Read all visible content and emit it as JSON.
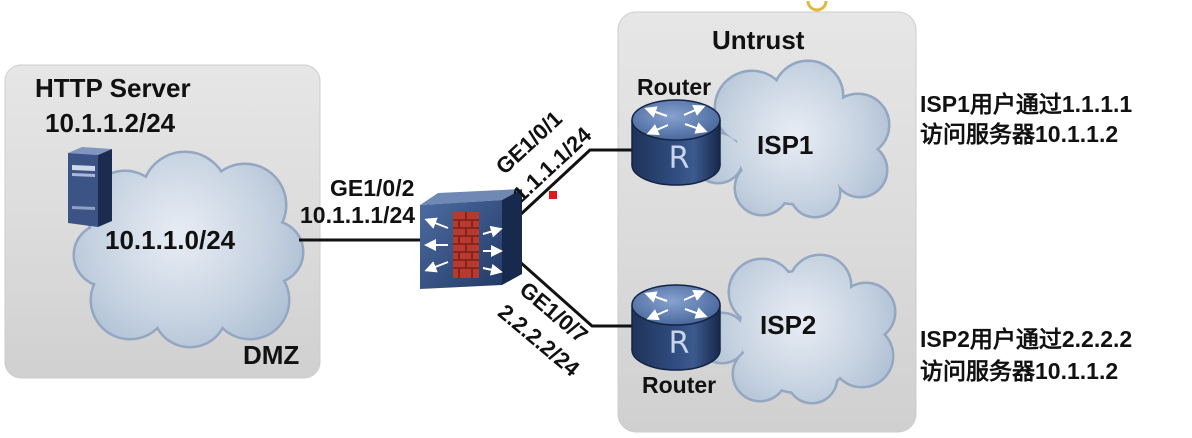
{
  "zones": {
    "dmz": {
      "label": "DMZ"
    },
    "untrust": {
      "label": "Untrust"
    }
  },
  "server": {
    "title": "HTTP Server",
    "ip": "10.1.1.2/24",
    "icon": "server-icon"
  },
  "dmz_network": {
    "label": "10.1.1.0/24"
  },
  "firewall": {
    "icon": "firewall-icon",
    "interfaces": {
      "dmz": {
        "name": "GE1/0/2",
        "ip": "10.1.1.1/24"
      },
      "isp1": {
        "name": "GE1/0/1",
        "ip": "1.1.1.1/24"
      },
      "isp2": {
        "name": "GE1/0/7",
        "ip": "2.2.2.2/24"
      }
    }
  },
  "routers": {
    "isp1": {
      "label": "Router",
      "glyph": "R",
      "icon": "router-icon"
    },
    "isp2": {
      "label": "Router",
      "glyph": "R",
      "icon": "router-icon"
    }
  },
  "isps": {
    "isp1": {
      "label": "ISP1"
    },
    "isp2": {
      "label": "ISP2"
    }
  },
  "notes": {
    "isp1": {
      "line1": "ISP1用户通过1.1.1.1",
      "line2": "访问服务器10.1.1.2"
    },
    "isp2": {
      "line1": "ISP2用户通过2.2.2.2",
      "line2": "访问服务器10.1.1.2"
    }
  },
  "colors": {
    "zone_fill": "#dcdcdc",
    "cloud_fill": "#c7d3e1",
    "cloud_edge": "#93a7c2",
    "device_blue": "#2f4a7c",
    "brick_red": "#b83a2e",
    "link": "#111111",
    "marker_red": "#e8141c",
    "text": "#111111"
  }
}
